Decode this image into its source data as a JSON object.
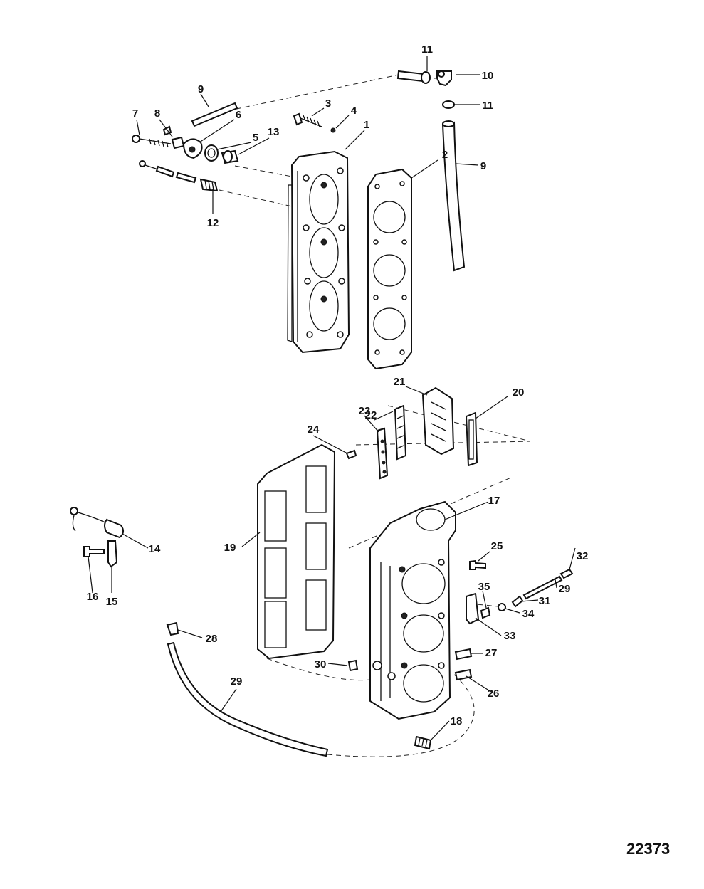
{
  "figure_number": "22373",
  "callouts": [
    "1",
    "2",
    "3",
    "4",
    "5",
    "6",
    "7",
    "8",
    "9",
    "9",
    "9",
    "10",
    "11",
    "11",
    "12",
    "13",
    "14",
    "15",
    "16",
    "17",
    "18",
    "19",
    "20",
    "21",
    "22",
    "23",
    "24",
    "25",
    "26",
    "27",
    "28",
    "29",
    "29",
    "30",
    "31",
    "32",
    "33",
    "34",
    "35"
  ]
}
